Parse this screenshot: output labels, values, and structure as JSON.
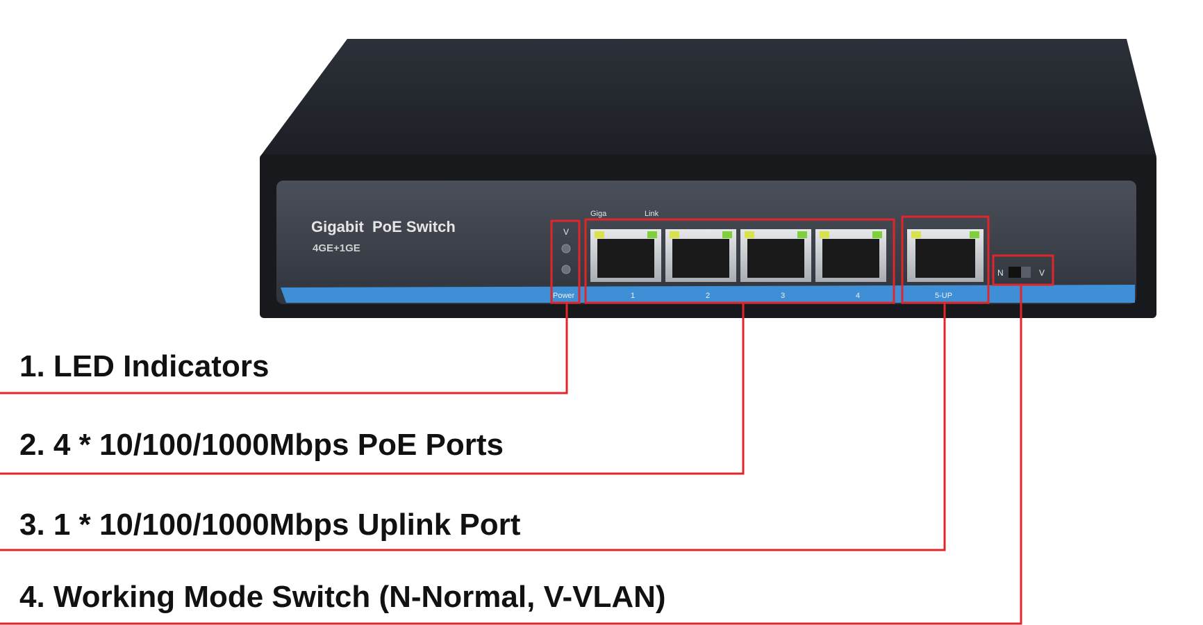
{
  "device": {
    "brand_text": "Gigabit  PoE Switch",
    "model_text": "4GE+1GE",
    "led_labels": {
      "voltage": "V",
      "power": "Power"
    },
    "port_header": {
      "giga": "Giga",
      "link": "Link"
    },
    "port_numbers": [
      "1",
      "2",
      "3",
      "4"
    ],
    "uplink_label": "5-UP",
    "mode_switch": {
      "left": "N",
      "right": "V"
    }
  },
  "callouts": [
    {
      "label": "1. LED Indicators"
    },
    {
      "label": "2. 4 * 10/100/1000Mbps PoE Ports"
    },
    {
      "label": "3. 1 * 10/100/1000Mbps Uplink Port"
    },
    {
      "label": "4. Working Mode Switch (N-Normal, V-VLAN)"
    }
  ],
  "colors": {
    "highlight": "#e0262b",
    "faceplate": "#3b3f48",
    "accent_stripe": "#3f8fd6",
    "led_yellow": "#d9e24a",
    "led_green": "#7fd13b"
  }
}
